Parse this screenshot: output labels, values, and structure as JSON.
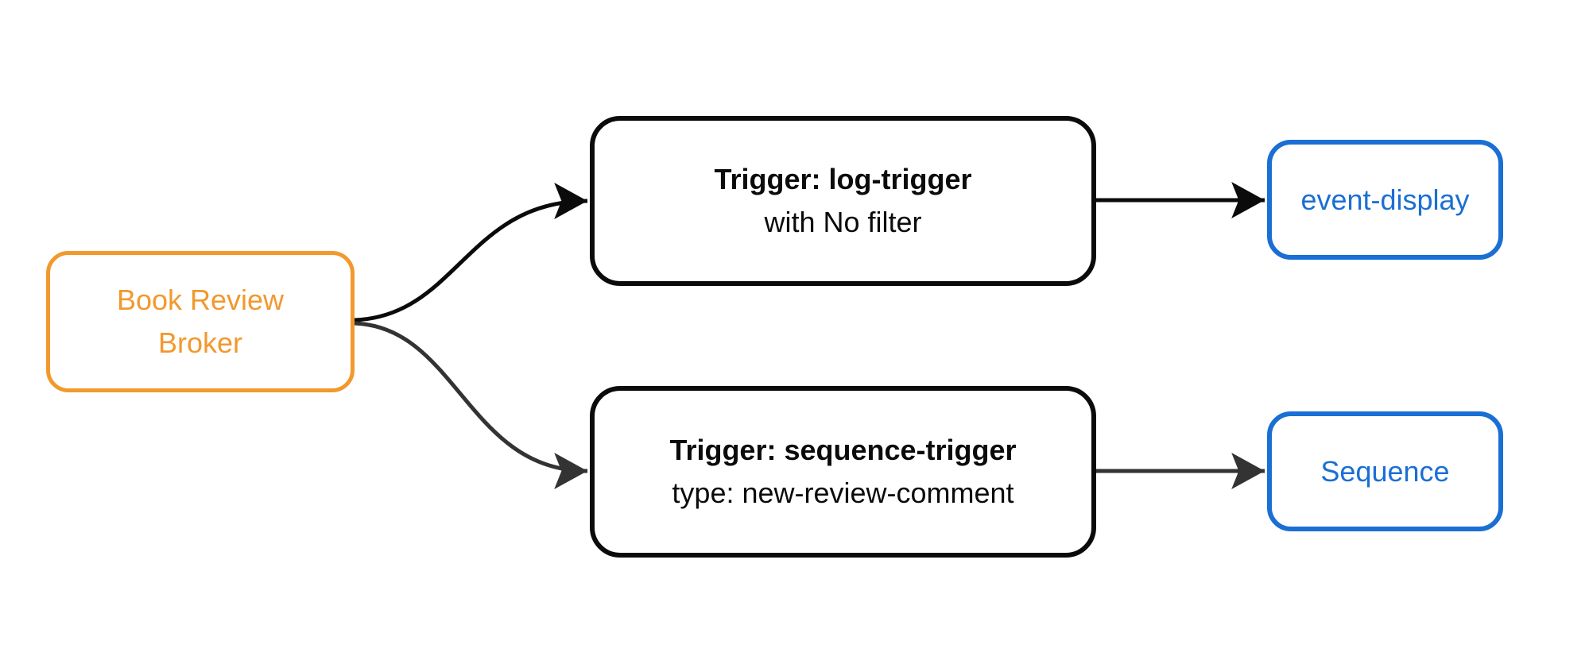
{
  "colors": {
    "background": "#FFFFFF",
    "orange": "#F2992D",
    "blue": "#1A6FD4",
    "node_dark": "#0B0B0B",
    "edge_black": "#0B0B0B",
    "edge_gray": "#333333"
  },
  "nodes": {
    "broker": {
      "line1": "Book Review",
      "line2": "Broker"
    },
    "log_trigger": {
      "title": "Trigger: log-trigger",
      "subtitle": "with No filter"
    },
    "sequence_trigger": {
      "title": "Trigger: sequence-trigger",
      "subtitle": "type: new-review-comment"
    },
    "event_display": {
      "label": "event-display"
    },
    "sequence": {
      "label": "Sequence"
    }
  },
  "edges": [
    {
      "id": "broker-to-log-trigger",
      "from": "broker",
      "to": "log_trigger",
      "color": "#0B0B0B",
      "style": "curved"
    },
    {
      "id": "broker-to-sequence-trigger",
      "from": "broker",
      "to": "sequence_trigger",
      "color": "#333333",
      "style": "curved"
    },
    {
      "id": "log-trigger-to-event-display",
      "from": "log_trigger",
      "to": "event_display",
      "color": "#0B0B0B",
      "style": "straight"
    },
    {
      "id": "sequence-trigger-to-sequence",
      "from": "sequence_trigger",
      "to": "sequence",
      "color": "#333333",
      "style": "straight"
    }
  ]
}
